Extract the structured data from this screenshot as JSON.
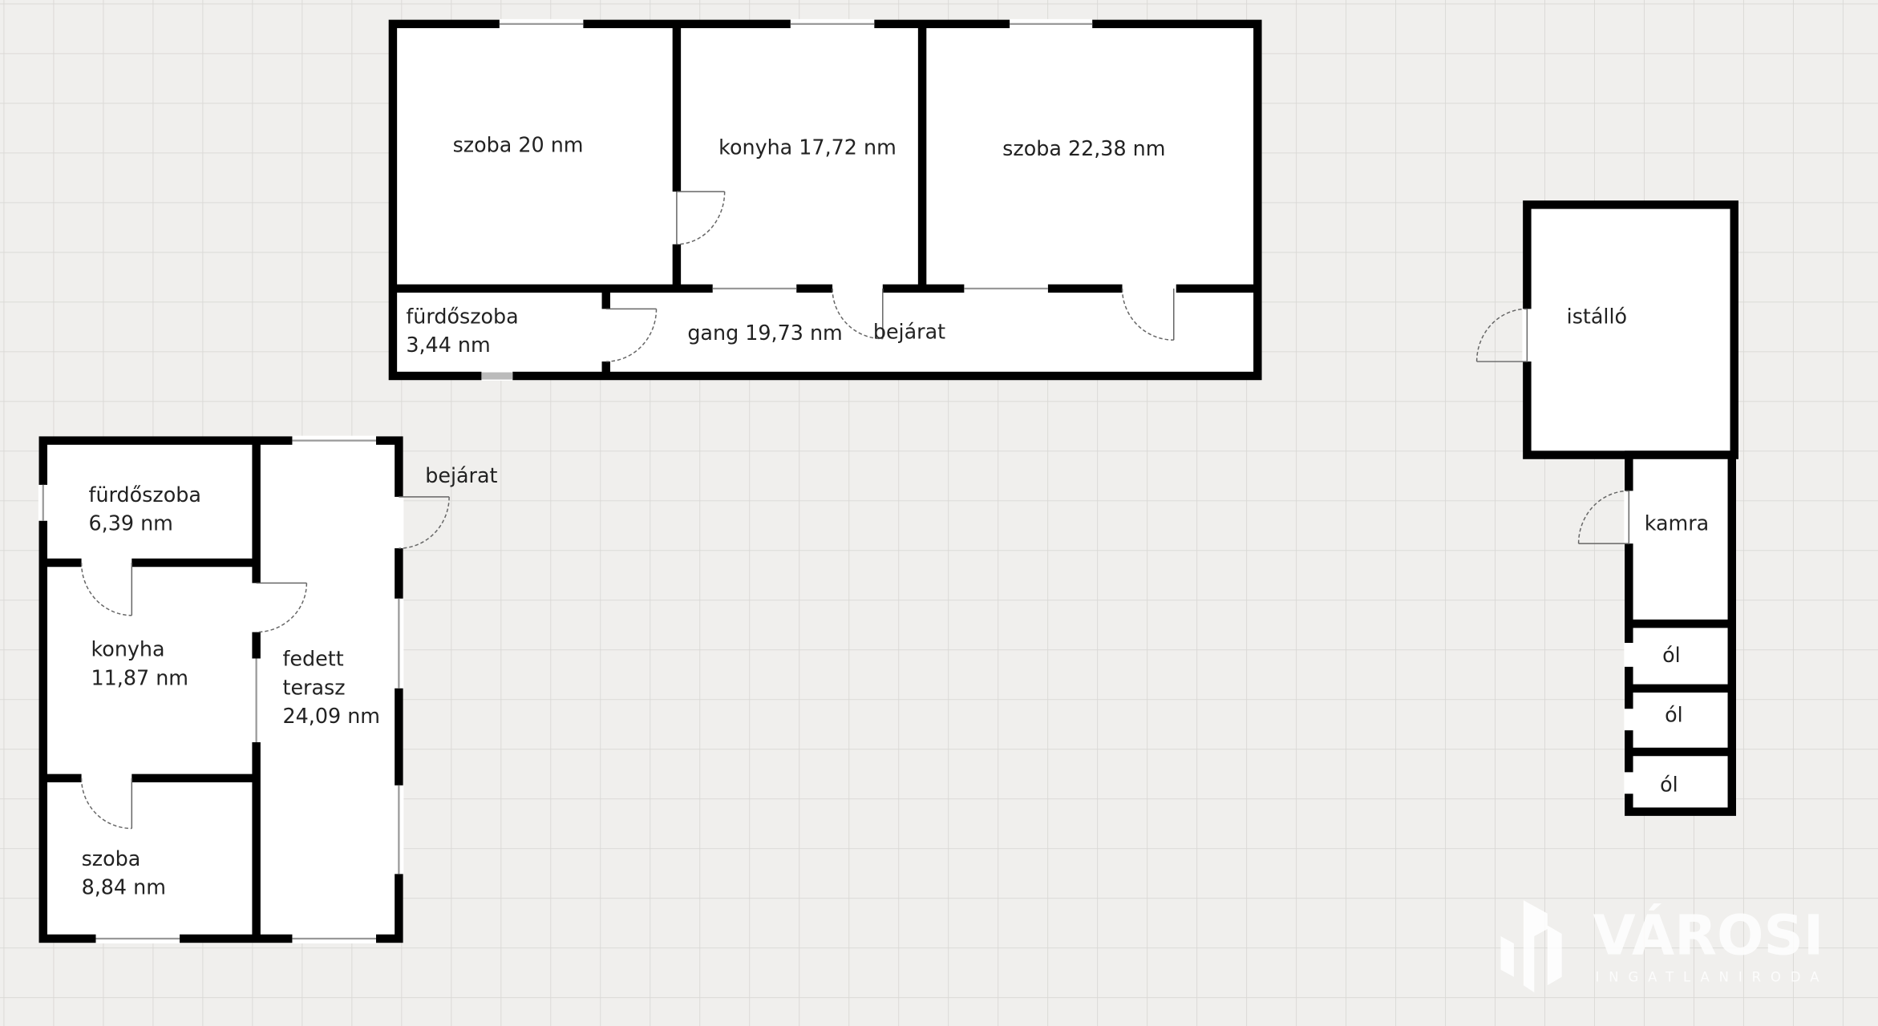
{
  "building_main": {
    "rooms": [
      {
        "label": "szoba 20 nm"
      },
      {
        "label": "konyha 17,72 nm"
      },
      {
        "label": "szoba 22,38 nm"
      },
      {
        "label_line1": "fürdőszoba",
        "label_line2": "3,44 nm"
      },
      {
        "label": "gang 19,73 nm"
      }
    ],
    "entrance": "bejárat"
  },
  "building_small": {
    "rooms": [
      {
        "label_line1": "fürdőszoba",
        "label_line2": "6,39 nm"
      },
      {
        "label_line1": "konyha",
        "label_line2": "11,87 nm"
      },
      {
        "label_line1": "szoba",
        "label_line2": "8,84 nm"
      },
      {
        "label_line1": "fedett",
        "label_line2": "terasz",
        "label_line3": "24,09 nm"
      }
    ],
    "entrance": "bejárat"
  },
  "outbuilding": {
    "rooms": [
      {
        "label": "istálló"
      },
      {
        "label": "kamra"
      },
      {
        "label": "ól"
      },
      {
        "label": "ól"
      },
      {
        "label": "ól"
      }
    ]
  },
  "watermark": {
    "title": "VÁROSI",
    "subtitle": "INGATLANIRODA"
  }
}
